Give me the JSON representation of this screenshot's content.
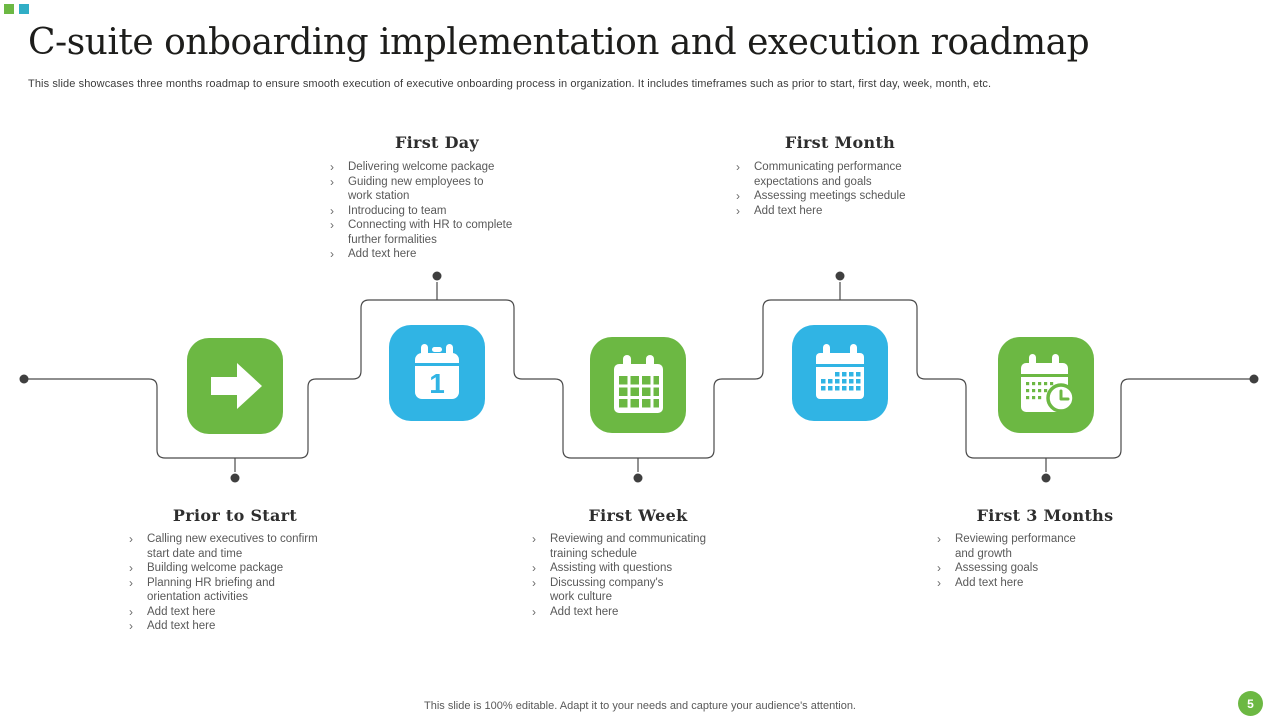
{
  "slide": {
    "title": "C-suite onboarding implementation and execution roadmap",
    "subtitle": "This slide showcases three months roadmap to ensure smooth execution of executive onboarding process in organization. It includes timeframes such as prior to start, first day, week, month, etc.",
    "footer_note": "This slide is 100% editable.  Adapt it to your needs and capture your audience's attention.",
    "page_number": "5"
  },
  "colors": {
    "green": "#6CB843",
    "blue": "#30B4E4",
    "teal_mark": "#31AEC6",
    "line": "#4A4A4A",
    "dot": "#3F3F3F",
    "title_text": "#1D1D1B",
    "body_text": "#595959"
  },
  "bullet_marker": "›",
  "stages": [
    {
      "title": "Prior to Start",
      "icon": "arrow-right-icon",
      "tile_color": "green",
      "label_position": "below",
      "bullets": [
        "Calling new executives to  confirm\nstart date and time",
        "Building welcome package",
        "Planning HR briefing and\norientation activities",
        "Add text here",
        "Add text here"
      ]
    },
    {
      "title": "First Day",
      "icon": "calendar-day-one-icon",
      "tile_color": "blue",
      "label_position": "above",
      "bullets": [
        "Delivering welcome package",
        "Guiding new employees to\nwork station",
        "Introducing to team",
        "Connecting with HR to  complete\nfurther formalities",
        "Add text here"
      ]
    },
    {
      "title": "First Week",
      "icon": "calendar-grid-icon",
      "tile_color": "green",
      "label_position": "below",
      "bullets": [
        "Reviewing and communicating\ntraining schedule",
        "Assisting with questions",
        "Discussing company's\nwork culture",
        "Add text here"
      ]
    },
    {
      "title": "First Month",
      "icon": "calendar-schedule-icon",
      "tile_color": "blue",
      "label_position": "above",
      "bullets": [
        "Communicating performance\nexpectations and goals",
        "Assessing meetings schedule",
        "Add text here"
      ]
    },
    {
      "title": "First 3 Months",
      "icon": "calendar-clock-icon",
      "tile_color": "green",
      "label_position": "below",
      "bullets": [
        "Reviewing performance\nand growth",
        "Assessing goals",
        "Add text here"
      ]
    }
  ]
}
